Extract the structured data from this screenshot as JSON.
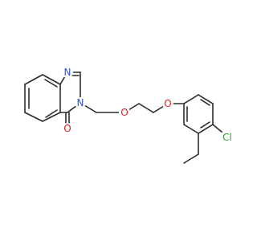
{
  "molecule": {
    "atom_colors": {
      "N": "#3050d8",
      "O": "#e0201b",
      "Cl": "#2f9e2f"
    },
    "labels": {
      "n1": "N",
      "n3": "N",
      "o_carbonyl": "O",
      "o_ether1": "O",
      "o_ether2": "O",
      "cl": "Cl"
    }
  }
}
